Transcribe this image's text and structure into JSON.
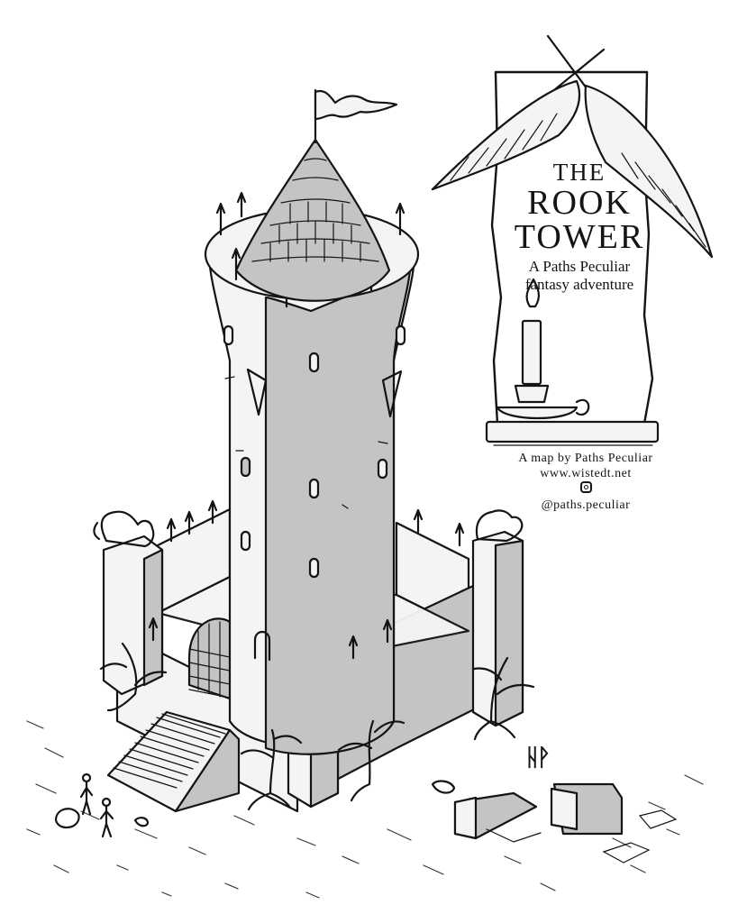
{
  "map": {
    "title_line1": "THE",
    "title_line2": "ROOK",
    "title_line3": "TOWER",
    "subtitle_line1": "A Paths Peculiar",
    "subtitle_line2": "fantasy adventure",
    "credits": {
      "byline": "A map by Paths Peculiar",
      "website": "www.wistedt.net",
      "instagram_icon": "instagram-icon",
      "instagram_handle": "@paths.peculiar"
    },
    "signature": "ᚺᚹ",
    "elements": [
      "conical shingled roof with flag",
      "round stone tower with spiked parapet",
      "curtain walls with spikes",
      "portcullis gate",
      "stone staircase",
      "gargoyle statues",
      "dead trees",
      "ruined wall fragments",
      "two travelers",
      "title scroll with crossed quills",
      "candle on holder"
    ],
    "colors": {
      "ink": "#141414",
      "shade": "#c4c4c4",
      "paper": "#ffffff"
    }
  }
}
